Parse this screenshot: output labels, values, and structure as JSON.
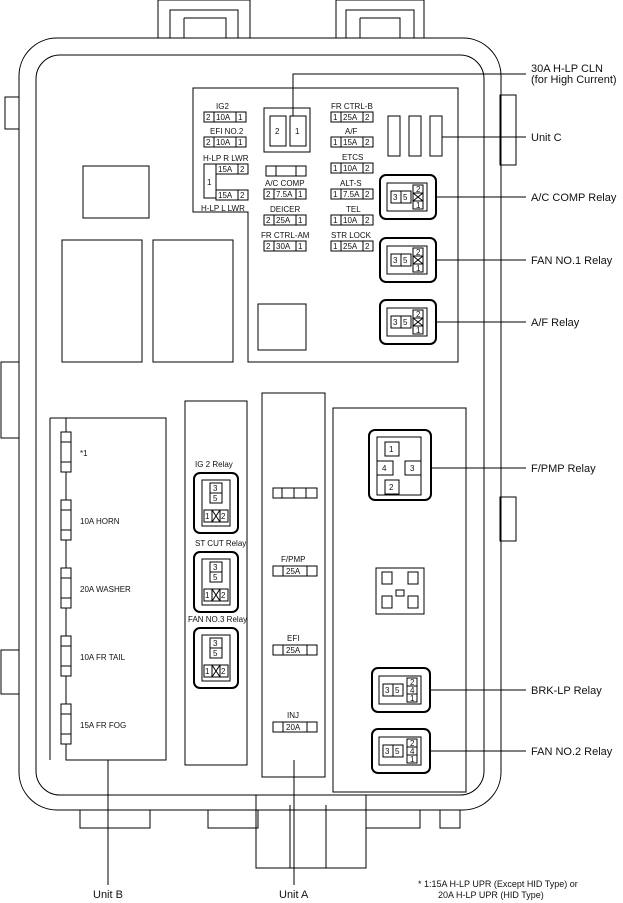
{
  "callouts": {
    "hlp_cln_line1": "30A H-LP CLN",
    "hlp_cln_line2": "(for High Current)",
    "unit_c": "Unit C",
    "ac_comp_relay": "A/C COMP Relay",
    "fan1_relay": "FAN NO.1 Relay",
    "af_relay": "A/F Relay",
    "fpmp_relay": "F/PMP Relay",
    "brklp_relay": "BRK-LP Relay",
    "fan2_relay": "FAN NO.2 Relay",
    "unit_b": "Unit B",
    "unit_a": "Unit A"
  },
  "footnote": {
    "line1": "* 1:15A H-LP UPR (Except HID Type) or",
    "line2": "20A H-LP UPR (HID Type)"
  },
  "unit_c_left": {
    "ig2": {
      "label": "IG2",
      "a": "2",
      "amp": "10A",
      "b": "1"
    },
    "efi2": {
      "label": "EFI NO.2",
      "a": "2",
      "amp": "10A",
      "b": "1"
    },
    "hlp_r": {
      "label": "H-LP R LWR",
      "amp": "15A",
      "pin": "2"
    },
    "hlp_l": {
      "label": "H-LP L LWR",
      "amp": "15A",
      "pin": "2"
    },
    "hlp_common_pin": "1",
    "cln_pins": {
      "left": "2",
      "right": "1"
    },
    "ac_comp": {
      "label": "A/C COMP",
      "a": "2",
      "amp": "7.5A",
      "b": "1"
    },
    "deicer": {
      "label": "DEICER",
      "a": "2",
      "amp": "25A",
      "b": "1"
    },
    "fr_ctrl_am": {
      "label": "FR CTRL-AM",
      "a": "2",
      "amp": "30A",
      "b": "1"
    }
  },
  "unit_c_right": {
    "fr_ctrl_b": {
      "label": "FR CTRL-B",
      "a": "1",
      "amp": "25A",
      "b": "2"
    },
    "af": {
      "label": "A/F",
      "a": "1",
      "amp": "15A",
      "b": "2"
    },
    "etcs": {
      "label": "ETCS",
      "a": "1",
      "amp": "10A",
      "b": "2"
    },
    "alt_s": {
      "label": "ALT-S",
      "a": "1",
      "amp": "7.5A",
      "b": "2"
    },
    "tel": {
      "label": "TEL",
      "a": "1",
      "amp": "10A",
      "b": "2"
    },
    "str_lock": {
      "label": "STR LOCK",
      "a": "1",
      "amp": "25A",
      "b": "2"
    }
  },
  "relay_pins": {
    "p1": "1",
    "p2": "2",
    "p3": "3",
    "p4": "4",
    "p5": "5"
  },
  "unit_b_fuses": [
    "*1",
    "10A HORN",
    "20A WASHER",
    "10A FR TAIL",
    "15A FR FOG"
  ],
  "middle_relays": [
    "IG 2 Relay",
    "ST CUT Relay",
    "FAN NO.3 Relay"
  ],
  "unit_a_fuses": [
    {
      "label": "F/PMP",
      "amp": "25A"
    },
    {
      "label": "EFI",
      "amp": "25A"
    },
    {
      "label": "INJ",
      "amp": "20A"
    }
  ]
}
